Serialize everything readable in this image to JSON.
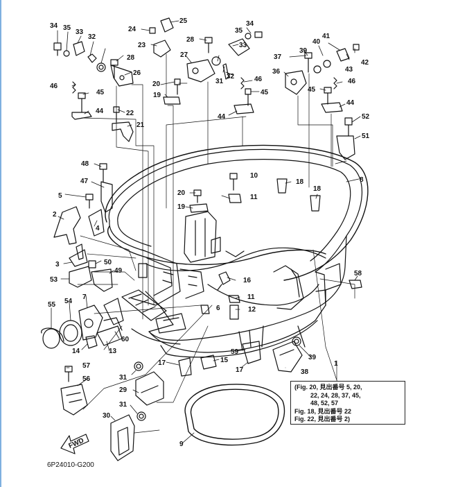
{
  "callouts": [
    "1",
    "3",
    "4",
    "5",
    "6",
    "7",
    "8",
    "9",
    "10",
    "11",
    "11",
    "12",
    "13",
    "14",
    "15",
    "16",
    "17",
    "17",
    "18",
    "18",
    "19",
    "19",
    "20",
    "20",
    "21",
    "22",
    "23",
    "24",
    "25",
    "26",
    "27",
    "28",
    "28",
    "29",
    "30",
    "31",
    "31",
    "31",
    "32",
    "32",
    "33",
    "33",
    "34",
    "34",
    "35",
    "35",
    "36",
    "37",
    "38",
    "39",
    "39",
    "40",
    "41",
    "42",
    "43",
    "44",
    "44",
    "44",
    "45",
    "45",
    "45",
    "46",
    "46",
    "46",
    "47",
    "48",
    "49",
    "50",
    "51",
    "52",
    "53",
    "54",
    "55",
    "56",
    "57",
    "58",
    "59",
    "60",
    "2"
  ],
  "notes": {
    "line1": "(Fig. 20, 見出番号 5, 20,",
    "line2": "22, 24, 28, 37, 45,",
    "line3": "48, 52, 57",
    "line4": "Fig. 18, 見出番号 22",
    "line5": "Fig. 22, 見出番号 2)"
  },
  "fwd_arrow": "FWD",
  "drawing_code": "6P24010-G200"
}
